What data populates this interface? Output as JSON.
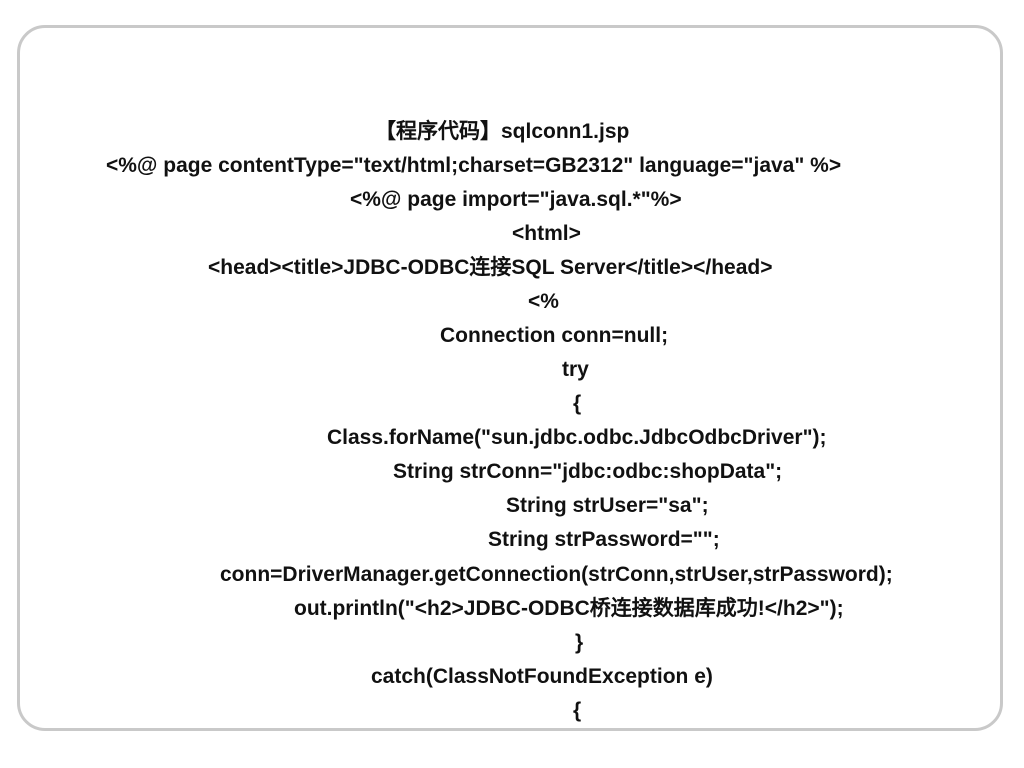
{
  "slide": {
    "lines": [
      "【程序代码】sqlconn1.jsp",
      "<%@ page contentType=\"text/html;charset=GB2312\" language=\"java\" %>",
      "<%@ page import=\"java.sql.*\"%>",
      "<html>",
      "<head><title>JDBC-ODBC连接SQL Server</title></head>",
      "<%",
      "Connection conn=null;",
      "try",
      "{",
      "Class.forName(\"sun.jdbc.odbc.JdbcOdbcDriver\");",
      "String strConn=\"jdbc:odbc:shopData\";",
      "String strUser=\"sa\";",
      "String strPassword=\"\";",
      "conn=DriverManager.getConnection(strConn,strUser,strPassword);",
      "out.println(\"<h2>JDBC-ODBC桥连接数据库成功!</h2>\");",
      "}",
      "catch(ClassNotFoundException e)",
      "{"
    ]
  }
}
